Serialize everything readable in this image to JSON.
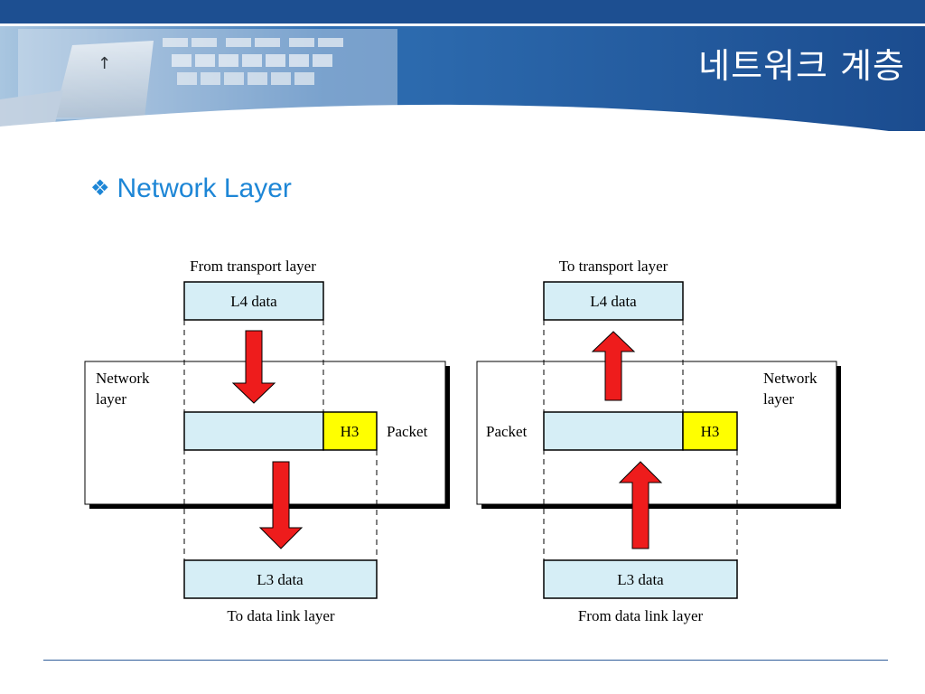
{
  "slide": {
    "title": "네트워크 계층",
    "bullet": "Network Layer"
  },
  "diagram": {
    "sender": {
      "top_caption": "From transport layer",
      "top_box": "L4 data",
      "layer_label_line1": "Network",
      "layer_label_line2": "layer",
      "header_label": "H3",
      "packet_label": "Packet",
      "bottom_box": "L3 data",
      "bottom_caption": "To data link layer"
    },
    "receiver": {
      "top_caption": "To transport layer",
      "top_box": "L4 data",
      "layer_label_line1": "Network",
      "layer_label_line2": "layer",
      "header_label": "H3",
      "packet_label": "Packet",
      "bottom_box": "L3 data",
      "bottom_caption": "From data link layer"
    }
  },
  "colors": {
    "header_blue": "#1d4f91",
    "bullet_blue": "#1d86d6",
    "data_box_fill": "#d6eef6",
    "header_fill": "#ffff00",
    "arrow_red": "#ee1c1c"
  }
}
